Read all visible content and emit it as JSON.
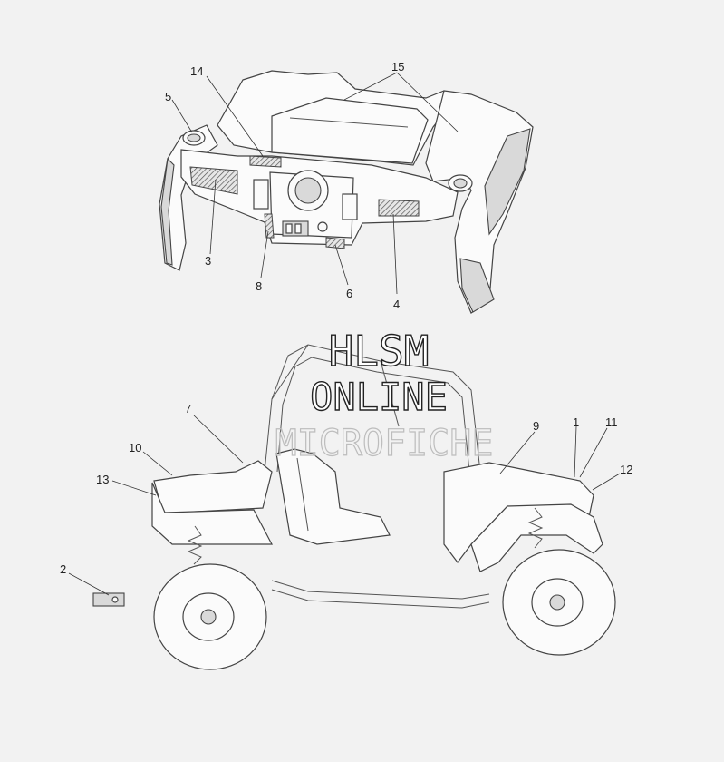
{
  "watermark": {
    "line1": "HLSM",
    "line2": "ONLINE",
    "line3": "MICROFICHE"
  },
  "callouts": [
    {
      "id": "1",
      "label": "1"
    },
    {
      "id": "2",
      "label": "2"
    },
    {
      "id": "3",
      "label": "3"
    },
    {
      "id": "4",
      "label": "4"
    },
    {
      "id": "5",
      "label": "5"
    },
    {
      "id": "6",
      "label": "6"
    },
    {
      "id": "7",
      "label": "7"
    },
    {
      "id": "8",
      "label": "8"
    },
    {
      "id": "9",
      "label": "9"
    },
    {
      "id": "10",
      "label": "10"
    },
    {
      "id": "11",
      "label": "11"
    },
    {
      "id": "12",
      "label": "12"
    },
    {
      "id": "13",
      "label": "13"
    },
    {
      "id": "14",
      "label": "14"
    },
    {
      "id": "15",
      "label": "15"
    }
  ],
  "colors": {
    "background": "#f2f2f2",
    "line": "#444444"
  }
}
